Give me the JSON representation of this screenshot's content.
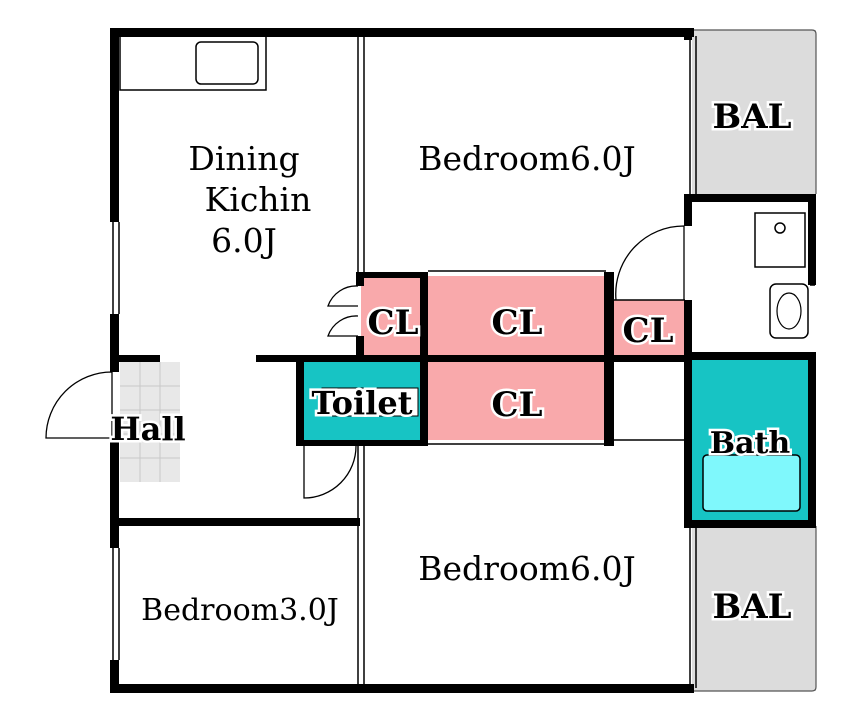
{
  "plan": {
    "rooms": {
      "dining": {
        "line1": "Dining",
        "line2": "Kichin",
        "line3": "6.0J"
      },
      "bedroom_top": "Bedroom6.0J",
      "bedroom_bottom": "Bedroom6.0J",
      "bedroom_small": "Bedroom3.0J",
      "hall": "Hall",
      "toilet": "Toilet",
      "bath": "Bath",
      "balcony_top": "BAL",
      "balcony_bottom": "BAL",
      "closet_left": "CL",
      "closet_center_top": "CL",
      "closet_right": "CL",
      "closet_center_bottom": "CL"
    },
    "colors": {
      "wall": "#000000",
      "closet": "#f9a9ab",
      "wet_area": "#17c4c4",
      "bathtub": "#7ff8fc",
      "balcony": "#dcdcdc",
      "floor": "#ffffff"
    }
  }
}
